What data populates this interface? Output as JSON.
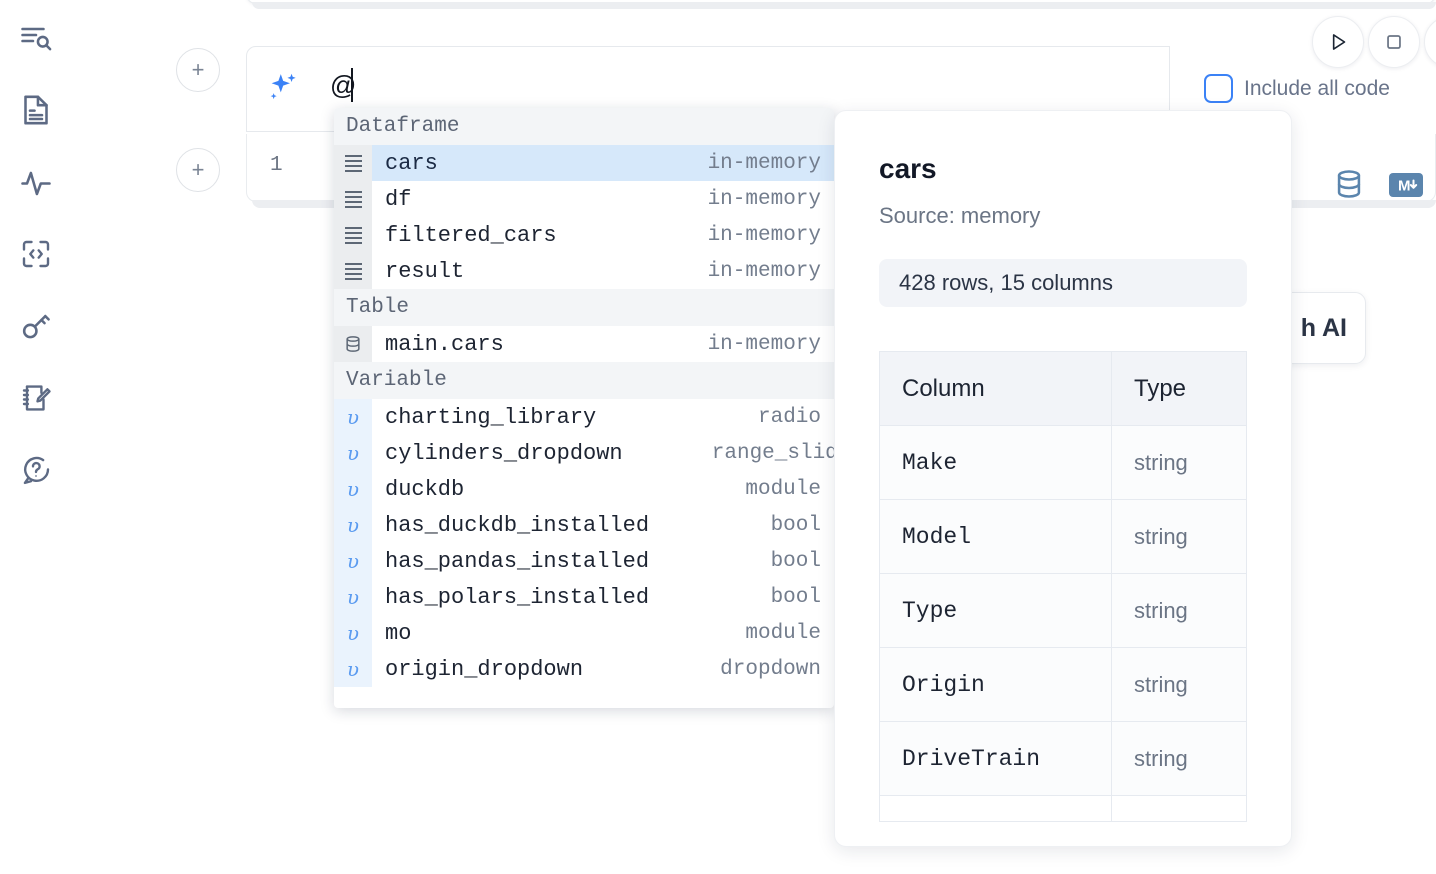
{
  "sidebar": {
    "items": [
      {
        "name": "outline-search-icon",
        "label": "Outline"
      },
      {
        "name": "file-document-icon",
        "label": "Files"
      },
      {
        "name": "activity-pulse-icon",
        "label": "Variables"
      },
      {
        "name": "code-snippet-icon",
        "label": "Snippets"
      },
      {
        "name": "key-icon",
        "label": "Secrets"
      },
      {
        "name": "notebook-edit-icon",
        "label": "Scratchpad"
      },
      {
        "name": "help-chat-icon",
        "label": "Help"
      }
    ]
  },
  "toolbar": {
    "run_label": "Run",
    "stop_label": "Stop",
    "include_all_code_label": "Include all code",
    "include_all_code_checked": false,
    "ai_pill_label": "h AI"
  },
  "prompt": {
    "value": "@",
    "sparkle_icon": "ai-sparkle-icon"
  },
  "cell": {
    "line_number": "1",
    "database_icon": "database-icon",
    "markdown_icon": "markdown-icon",
    "markdown_label": "M"
  },
  "autocomplete": {
    "groups": [
      {
        "header": "Dataframe",
        "icon": "dataframe-icon",
        "kind": "dataframe",
        "items": [
          {
            "label": "cars",
            "type": "in-memory",
            "selected": true
          },
          {
            "label": "df",
            "type": "in-memory",
            "selected": false
          },
          {
            "label": "filtered_cars",
            "type": "in-memory",
            "selected": false
          },
          {
            "label": "result",
            "type": "in-memory",
            "selected": false
          }
        ]
      },
      {
        "header": "Table",
        "icon": "table-database-icon",
        "kind": "table",
        "items": [
          {
            "label": "main.cars",
            "type": "in-memory",
            "selected": false
          }
        ]
      },
      {
        "header": "Variable",
        "icon": "variable-icon",
        "kind": "variable",
        "glyph": "υ",
        "items": [
          {
            "label": "charting_library",
            "type": "radio",
            "selected": false
          },
          {
            "label": "cylinders_dropdown",
            "type": "range_slider",
            "selected": false,
            "clipped": true
          },
          {
            "label": "duckdb",
            "type": "module",
            "selected": false
          },
          {
            "label": "has_duckdb_installed",
            "type": "bool",
            "selected": false
          },
          {
            "label": "has_pandas_installed",
            "type": "bool",
            "selected": false
          },
          {
            "label": "has_polars_installed",
            "type": "bool",
            "selected": false
          },
          {
            "label": "mo",
            "type": "module",
            "selected": false
          },
          {
            "label": "origin_dropdown",
            "type": "dropdown",
            "selected": false
          }
        ]
      }
    ]
  },
  "preview": {
    "title": "cars",
    "source": "Source: memory",
    "stats": "428 rows, 15 columns",
    "columns_header": "Column",
    "type_header": "Type",
    "rows": [
      {
        "column": "Make",
        "type": "string"
      },
      {
        "column": "Model",
        "type": "string"
      },
      {
        "column": "Type",
        "type": "string"
      },
      {
        "column": "Origin",
        "type": "string"
      },
      {
        "column": "DriveTrain",
        "type": "string"
      }
    ]
  },
  "colors": {
    "accent_blue": "#3b82f6",
    "selection_blue": "#d6e8fa",
    "icon_steel": "#5b85ad",
    "text_dark": "#1d2432",
    "text_muted": "#6b7585"
  }
}
